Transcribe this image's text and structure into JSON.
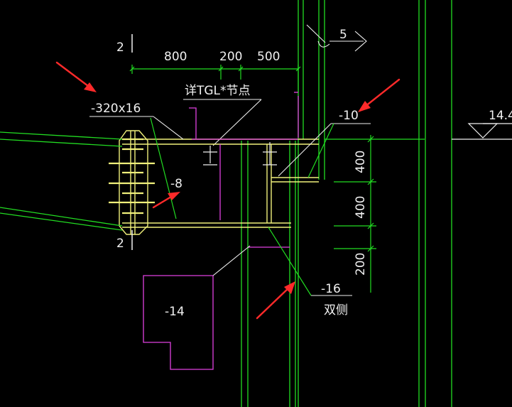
{
  "colors": {
    "background": "#000000",
    "green": "#22dd22",
    "yellow": "#f0f07a",
    "white": "#f0f0f0",
    "magenta": "#e040e0",
    "red_arrow": "#ff2a2a"
  },
  "labels": {
    "section_mark_top": "2",
    "section_mark_bottom": "2",
    "dim_800": "800",
    "dim_200_top": "200",
    "dim_500": "500",
    "detail_note": "详TGL*节点",
    "plate_top": "-320x16",
    "plate_right": "-10",
    "plate_mid": "-8",
    "plate_big": "-14",
    "plate_bottom": "-16",
    "both_sides": "双侧",
    "axis_number": "5",
    "elevation": "14.4",
    "dim_400_a": "400",
    "dim_400_b": "400",
    "dim_200_right": "200"
  },
  "annotations": {
    "red_arrow_count": 4
  }
}
